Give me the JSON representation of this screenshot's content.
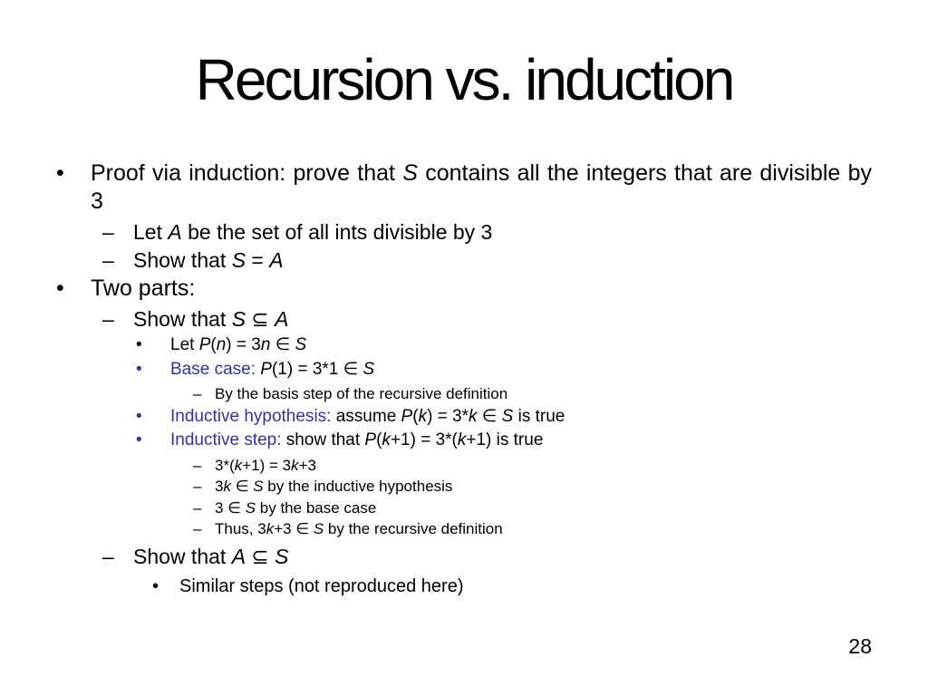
{
  "slide": {
    "title": "Recursion vs. induction",
    "page_number": "28",
    "accent_color": "#333399",
    "lines": [
      {
        "level": "1",
        "marker": "•",
        "justify": true,
        "segments": [
          {
            "t": "Proof via induction: prove that "
          },
          {
            "t": "S",
            "i": true
          },
          {
            "t": " contains all the integers that are divisible by 3"
          }
        ]
      },
      {
        "level": "2",
        "marker": "–",
        "segments": [
          {
            "t": "Let "
          },
          {
            "t": "A",
            "i": true
          },
          {
            "t": " be the set of all ints divisible by 3"
          }
        ]
      },
      {
        "level": "2",
        "marker": "–",
        "segments": [
          {
            "t": "Show that "
          },
          {
            "t": "S",
            "i": true
          },
          {
            "t": " = "
          },
          {
            "t": "A",
            "i": true
          }
        ]
      },
      {
        "level": "1",
        "marker": "•",
        "segments": [
          {
            "t": "Two parts:"
          }
        ]
      },
      {
        "level": "2",
        "marker": "–",
        "segments": [
          {
            "t": "Show that "
          },
          {
            "t": "S",
            "i": true
          },
          {
            "t": " ⊆ "
          },
          {
            "t": "A",
            "i": true
          }
        ]
      },
      {
        "level": "3",
        "marker": "•",
        "segments": [
          {
            "t": "Let "
          },
          {
            "t": "P",
            "i": true
          },
          {
            "t": "("
          },
          {
            "t": "n",
            "i": true
          },
          {
            "t": ") = 3"
          },
          {
            "t": "n",
            "i": true
          },
          {
            "t": " ∈ "
          },
          {
            "t": "S",
            "i": true
          }
        ]
      },
      {
        "level": "3",
        "marker": "•",
        "marker_color": "accent",
        "segments": [
          {
            "t": "Base case:",
            "c": "accent"
          },
          {
            "t": " "
          },
          {
            "t": "P",
            "i": true
          },
          {
            "t": "(1) = 3*1 ∈ "
          },
          {
            "t": "S",
            "i": true
          }
        ]
      },
      {
        "level": "4",
        "marker": "–",
        "segments": [
          {
            "t": "By the basis step of the recursive definition"
          }
        ]
      },
      {
        "level": "3",
        "marker": "•",
        "marker_color": "accent",
        "segments": [
          {
            "t": "Inductive hypothesis:",
            "c": "accent"
          },
          {
            "t": " assume "
          },
          {
            "t": "P",
            "i": true
          },
          {
            "t": "("
          },
          {
            "t": "k",
            "i": true
          },
          {
            "t": ") = 3*"
          },
          {
            "t": "k",
            "i": true
          },
          {
            "t": " ∈ "
          },
          {
            "t": "S",
            "i": true
          },
          {
            "t": " is true"
          }
        ]
      },
      {
        "level": "3",
        "marker": "•",
        "marker_color": "accent",
        "segments": [
          {
            "t": "Inductive step:",
            "c": "accent"
          },
          {
            "t": " show that "
          },
          {
            "t": "P",
            "i": true
          },
          {
            "t": "("
          },
          {
            "t": "k",
            "i": true
          },
          {
            "t": "+1) = 3*("
          },
          {
            "t": "k",
            "i": true
          },
          {
            "t": "+1) is true"
          }
        ]
      },
      {
        "level": "4",
        "marker": "–",
        "segments": [
          {
            "t": "3*("
          },
          {
            "t": "k",
            "i": true
          },
          {
            "t": "+1) = 3"
          },
          {
            "t": "k",
            "i": true
          },
          {
            "t": "+3"
          }
        ]
      },
      {
        "level": "4",
        "marker": "–",
        "segments": [
          {
            "t": "3"
          },
          {
            "t": "k",
            "i": true
          },
          {
            "t": " ∈ "
          },
          {
            "t": "S",
            "i": true
          },
          {
            "t": " by the inductive hypothesis"
          }
        ]
      },
      {
        "level": "4",
        "marker": "–",
        "segments": [
          {
            "t": "3 ∈ "
          },
          {
            "t": "S",
            "i": true
          },
          {
            "t": " by the base case"
          }
        ]
      },
      {
        "level": "4",
        "marker": "–",
        "segments": [
          {
            "t": "Thus, 3"
          },
          {
            "t": "k",
            "i": true
          },
          {
            "t": "+3 ∈ "
          },
          {
            "t": "S",
            "i": true
          },
          {
            "t": " by the recursive definition"
          }
        ]
      },
      {
        "level": "2",
        "marker": "–",
        "segments": [
          {
            "t": "Show that "
          },
          {
            "t": "A",
            "i": true
          },
          {
            "t": " ⊆ "
          },
          {
            "t": "S",
            "i": true
          }
        ]
      },
      {
        "level": "3b",
        "marker": "•",
        "segments": [
          {
            "t": "Similar steps (not reproduced here)"
          }
        ]
      }
    ]
  }
}
